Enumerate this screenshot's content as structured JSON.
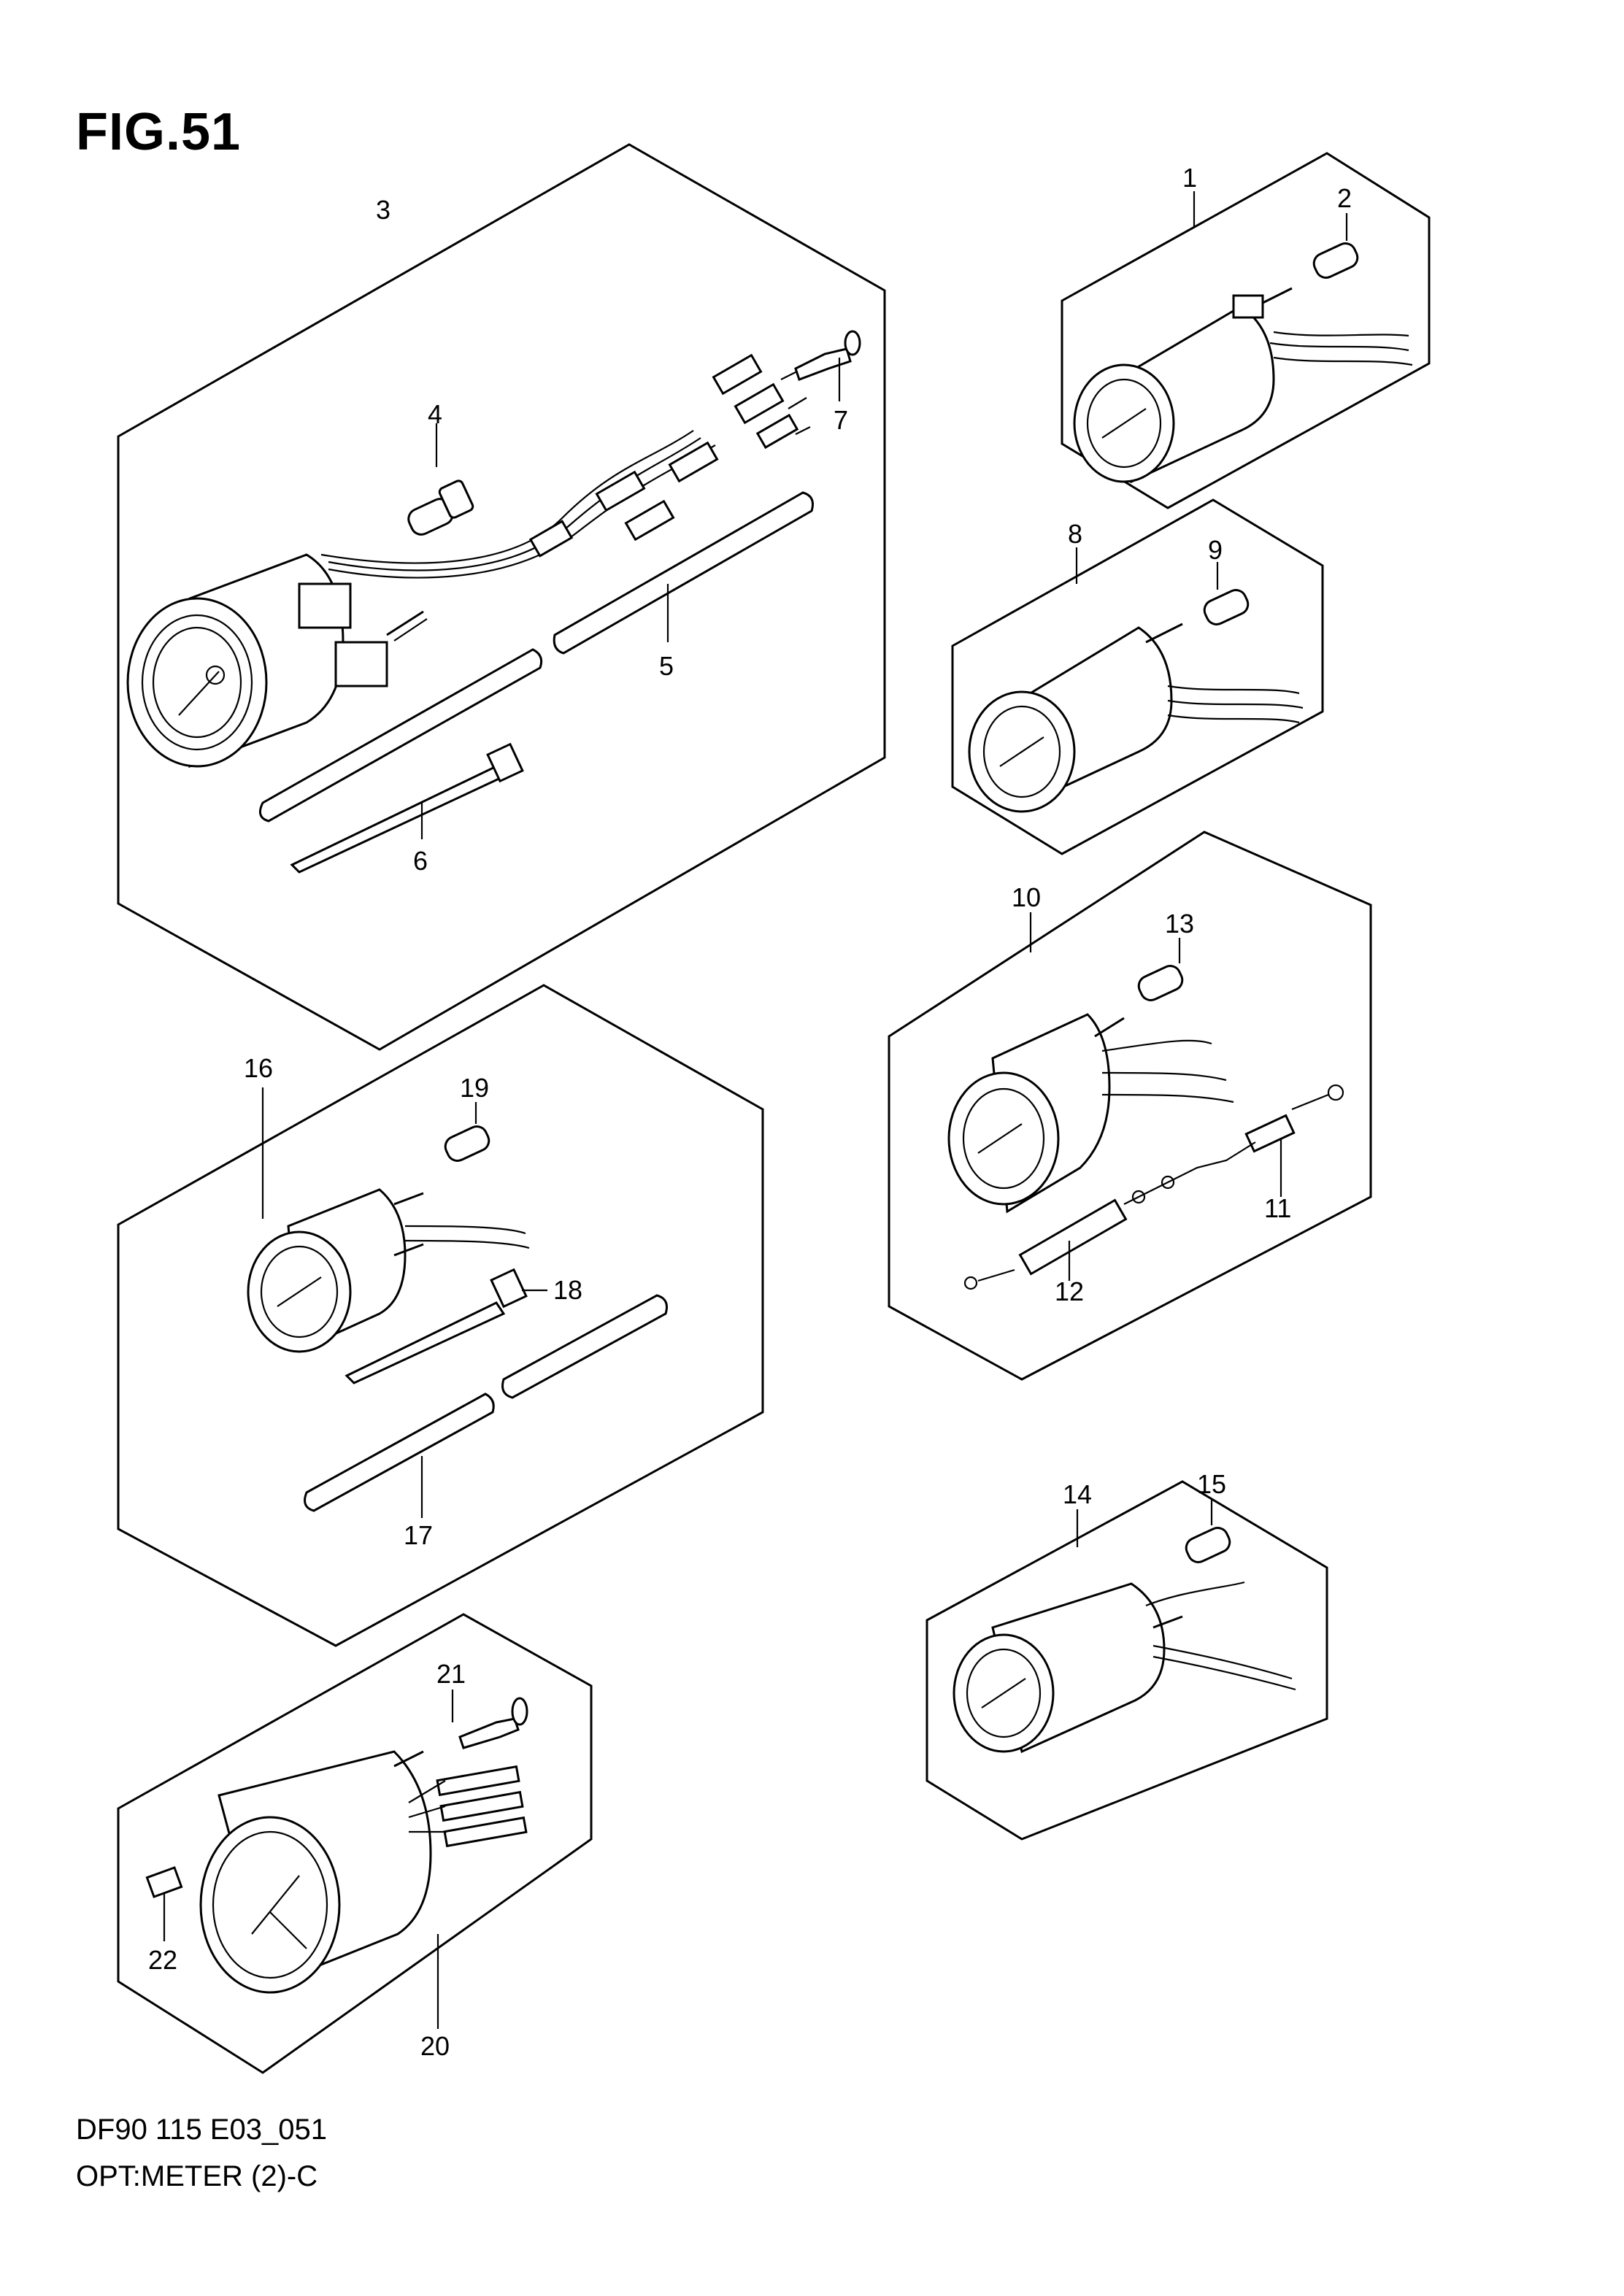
{
  "figure": {
    "title": "FIG.51",
    "code": "DF90 115 E03_051",
    "caption": "OPT:METER (2)-C"
  },
  "callouts": [
    "1",
    "2",
    "3",
    "4",
    "5",
    "6",
    "7",
    "8",
    "9",
    "10",
    "11",
    "12",
    "13",
    "14",
    "15",
    "16",
    "17",
    "18",
    "19",
    "20",
    "21",
    "22"
  ]
}
